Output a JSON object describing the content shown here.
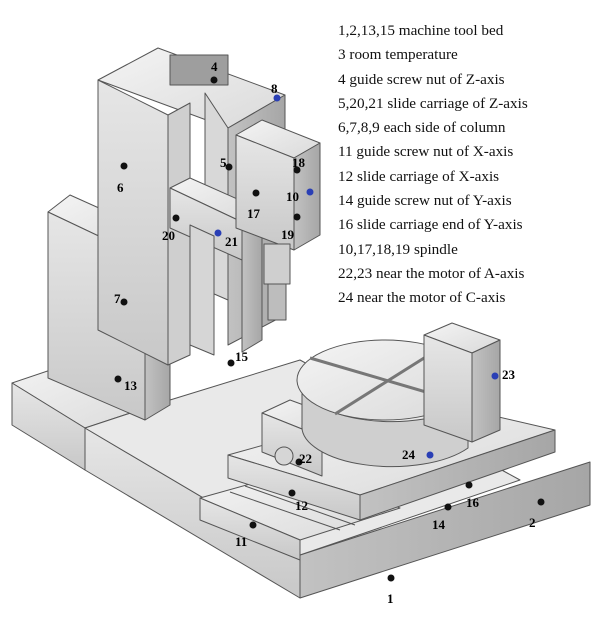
{
  "legend": [
    "1,2,13,15 machine tool bed",
    "3 room temperature",
    "4 guide screw nut of Z-axis",
    "5,20,21 slide carriage of Z-axis",
    "6,7,8,9 each side of column",
    "11 guide screw nut of X-axis",
    "12 slide carriage of X-axis",
    "14 guide screw nut of Y-axis",
    "16 slide carriage end of Y-axis",
    "10,17,18,19 spindle",
    "22,23 near the motor of A-axis",
    "24 near the motor of C-axis"
  ],
  "points": {
    "p1": "1",
    "p2": "2",
    "p4": "4",
    "p5": "5",
    "p6": "6",
    "p7": "7",
    "p8": "8",
    "p10": "10",
    "p11": "11",
    "p12": "12",
    "p13": "13",
    "p14": "14",
    "p15": "15",
    "p16": "16",
    "p17": "17",
    "p18": "18",
    "p19": "19",
    "p20": "20",
    "p21": "21",
    "p22": "22",
    "p23": "23",
    "p24": "24"
  },
  "colors": {
    "surface_light": "#ececec",
    "surface_mid": "#d4d4d4",
    "surface_dark": "#b4b4b4",
    "outline": "#555555",
    "dot_black": "#111111",
    "dot_blue": "#2a3fb5"
  }
}
